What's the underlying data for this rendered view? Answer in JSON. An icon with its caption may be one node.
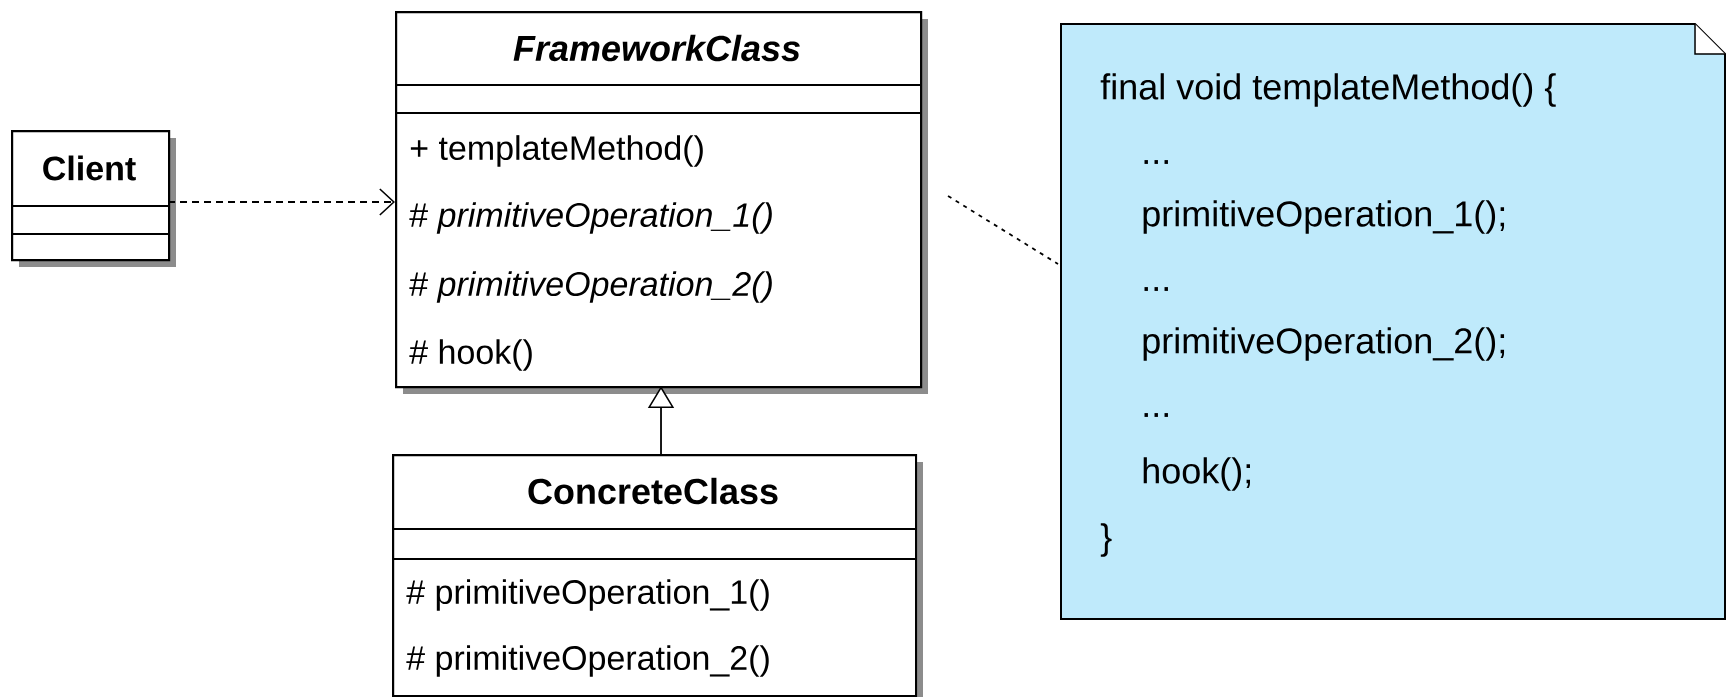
{
  "diagram": {
    "nodes": [
      {
        "text": [
          "Client"
        ]
      },
      {
        "text": [
          "FrameworkClass",
          "+ templateMethod()",
          "# *primitiveOperation_1()*",
          "# *primitiveOperation_2()*",
          "# hook()"
        ]
      },
      {
        "text": [
          "ConcreteClass",
          "# primitiveOperation_1()",
          "# primitiveOperation_2()"
        ]
      },
      {
        "text": [
          "final void templateMethod() {",
          "...",
          "primitiveOperation_1();",
          "...",
          "primitiveOperation_2();",
          "...",
          "hook();",
          "}"
        ]
      }
    ],
    "edges": [
      {
        "from": 0,
        "to": 1,
        "arrow": "to",
        "style": "dashed"
      },
      {
        "from": 2,
        "to": 1,
        "arrow": "to"
      },
      {
        "from": 1,
        "to": 3,
        "arrow": "none",
        "style": "dashed"
      }
    ]
  }
}
